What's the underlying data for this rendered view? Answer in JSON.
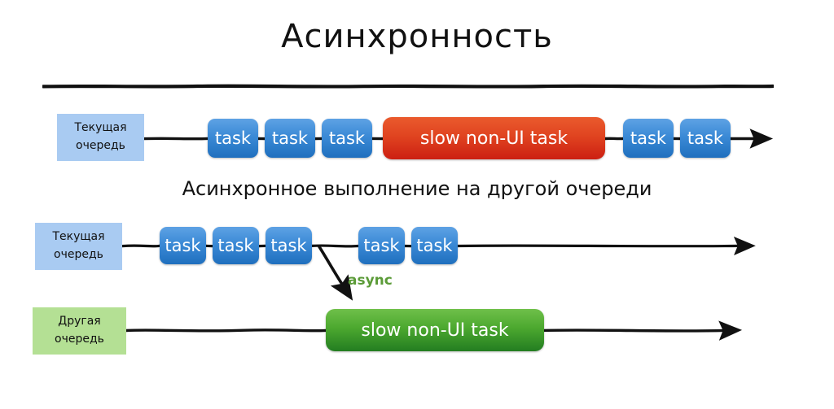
{
  "slide": {
    "title": "Асинхронность",
    "caption": "Асинхронное выполнение на другой очереди",
    "async_label": "async"
  },
  "colors": {
    "task_blue_top": "#5ea2e4",
    "task_blue_bottom": "#1f6fbe",
    "slow_red_top": "#ea5a2d",
    "slow_red_bottom": "#cc1f12",
    "slow_green_top": "#6fc04a",
    "slow_green_bottom": "#237d21",
    "label_blue": "#a9cbf2",
    "label_green": "#b4e094",
    "async_green": "#5b9b38",
    "line_black": "#111111",
    "background": "#ffffff"
  },
  "rows": [
    {
      "name": "row-sync",
      "label": {
        "line1": "Текущая",
        "line2": "очередь",
        "tone": "blue"
      },
      "items": [
        {
          "type": "task",
          "text": "task"
        },
        {
          "type": "task",
          "text": "task"
        },
        {
          "type": "task",
          "text": "task"
        },
        {
          "type": "slow",
          "text": "slow non-UI task"
        },
        {
          "type": "task",
          "text": "task"
        },
        {
          "type": "task",
          "text": "task"
        }
      ]
    },
    {
      "name": "row-async-ui",
      "label": {
        "line1": "Текущая",
        "line2": "очередь",
        "tone": "blue"
      },
      "items": [
        {
          "type": "task",
          "text": "task"
        },
        {
          "type": "task",
          "text": "task"
        },
        {
          "type": "task",
          "text": "task"
        },
        {
          "type": "task",
          "text": "task"
        },
        {
          "type": "task",
          "text": "task"
        }
      ]
    },
    {
      "name": "row-async-other",
      "label": {
        "line1": "Другая",
        "line2": "очередь",
        "tone": "green"
      },
      "items": [
        {
          "type": "slow",
          "text": "slow non-UI task"
        }
      ]
    }
  ]
}
